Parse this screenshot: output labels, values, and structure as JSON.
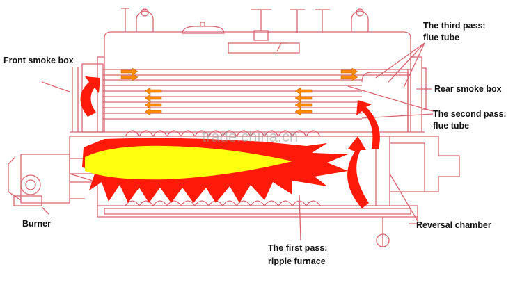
{
  "labels": {
    "front_smoke_box": "Front smoke box",
    "third_pass_line1": "The third pass:",
    "third_pass_line2": "flue tube",
    "rear_smoke_box": "Rear smoke box",
    "second_pass_line1": "The second pass:",
    "second_pass_line2": "flue tube",
    "burner": "Burner",
    "reversal_chamber": "Reversal chamber",
    "first_pass_line1": "The first pass:",
    "first_pass_line2": "ripple furnace"
  },
  "watermark": "trade.china.cn",
  "colors": {
    "outline": "#d9646f",
    "flame_red": "#ff1a0a",
    "flame_yellow": "#ffff10",
    "arrow_fill": "#ff8a00",
    "label": "#111111"
  }
}
